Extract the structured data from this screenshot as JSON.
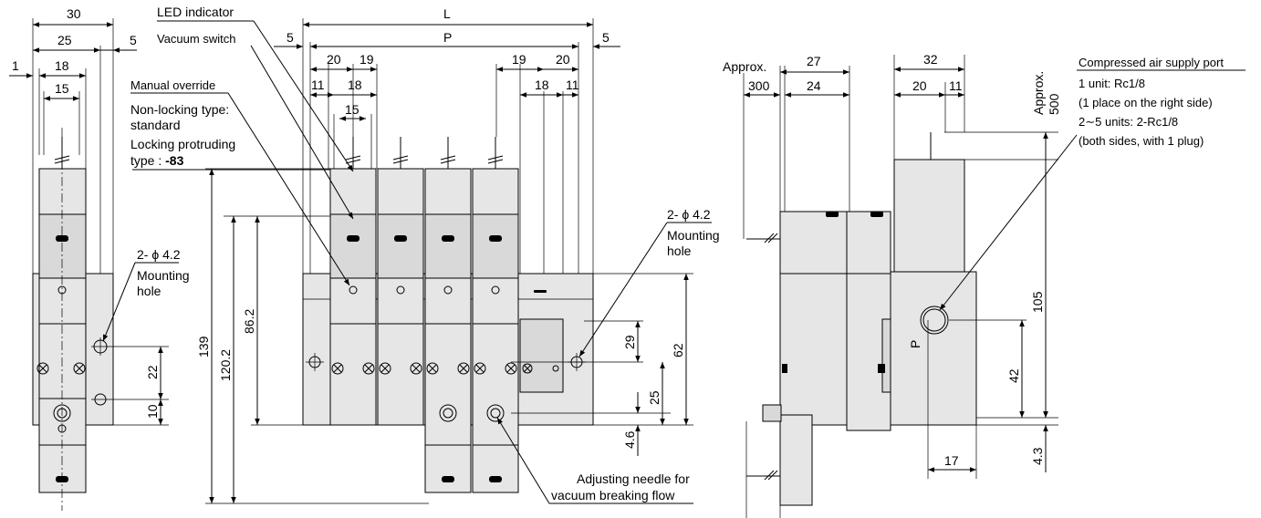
{
  "dims_left": {
    "d30": "30",
    "d25": "25",
    "d5": "5",
    "d1": "1",
    "d18": "18",
    "d15": "15",
    "d22": "22",
    "d10": "10"
  },
  "callouts_left": {
    "hole_dia": "2- ϕ 4.2",
    "hole_l1": "Mounting",
    "hole_l2": "hole"
  },
  "dims_front": {
    "L": "L",
    "P": "P",
    "d5a": "5",
    "d5b": "5",
    "d20a": "20",
    "d19a": "19",
    "d19b": "19",
    "d20b": "20",
    "d11a": "11",
    "d18a": "18",
    "d18b": "18",
    "d11b": "11",
    "d15": "15",
    "d139": "139",
    "d120_2": "120.2",
    "d86_2": "86.2",
    "d29": "29",
    "d62": "62",
    "d25": "25",
    "d4_6": "4.6"
  },
  "callouts_front": {
    "led": "LED indicator",
    "vac": "Vacuum switch",
    "manual": "Manual override",
    "nonlock1": "Non-locking type:",
    "nonlock2": "standard",
    "lock1": "Locking protruding",
    "lock2_prefix": "type : ",
    "lock2_code": "-83",
    "hole_dia": "2- ϕ 4.2",
    "hole_l1": "Mounting",
    "hole_l2": "hole",
    "needle1": "Adjusting needle for",
    "needle2": "vacuum breaking flow"
  },
  "dims_side": {
    "approx": "Approx.",
    "d300": "300",
    "d27": "27",
    "d24": "24",
    "d32": "32",
    "d20": "20",
    "d11": "11",
    "approx2": "Approx.",
    "d500": "500",
    "d105": "105",
    "d42": "42",
    "d4_3": "4.3",
    "d17": "17",
    "port_p": "P"
  },
  "callouts_side": {
    "port_title": "Compressed air supply port",
    "port_l1": "1 unit: Rc1/8",
    "port_l2": "(1 place on the right side)",
    "port_l3": "2∼5 units: 2-Rc1/8",
    "port_l4": "(both sides, with 1 plug)"
  }
}
